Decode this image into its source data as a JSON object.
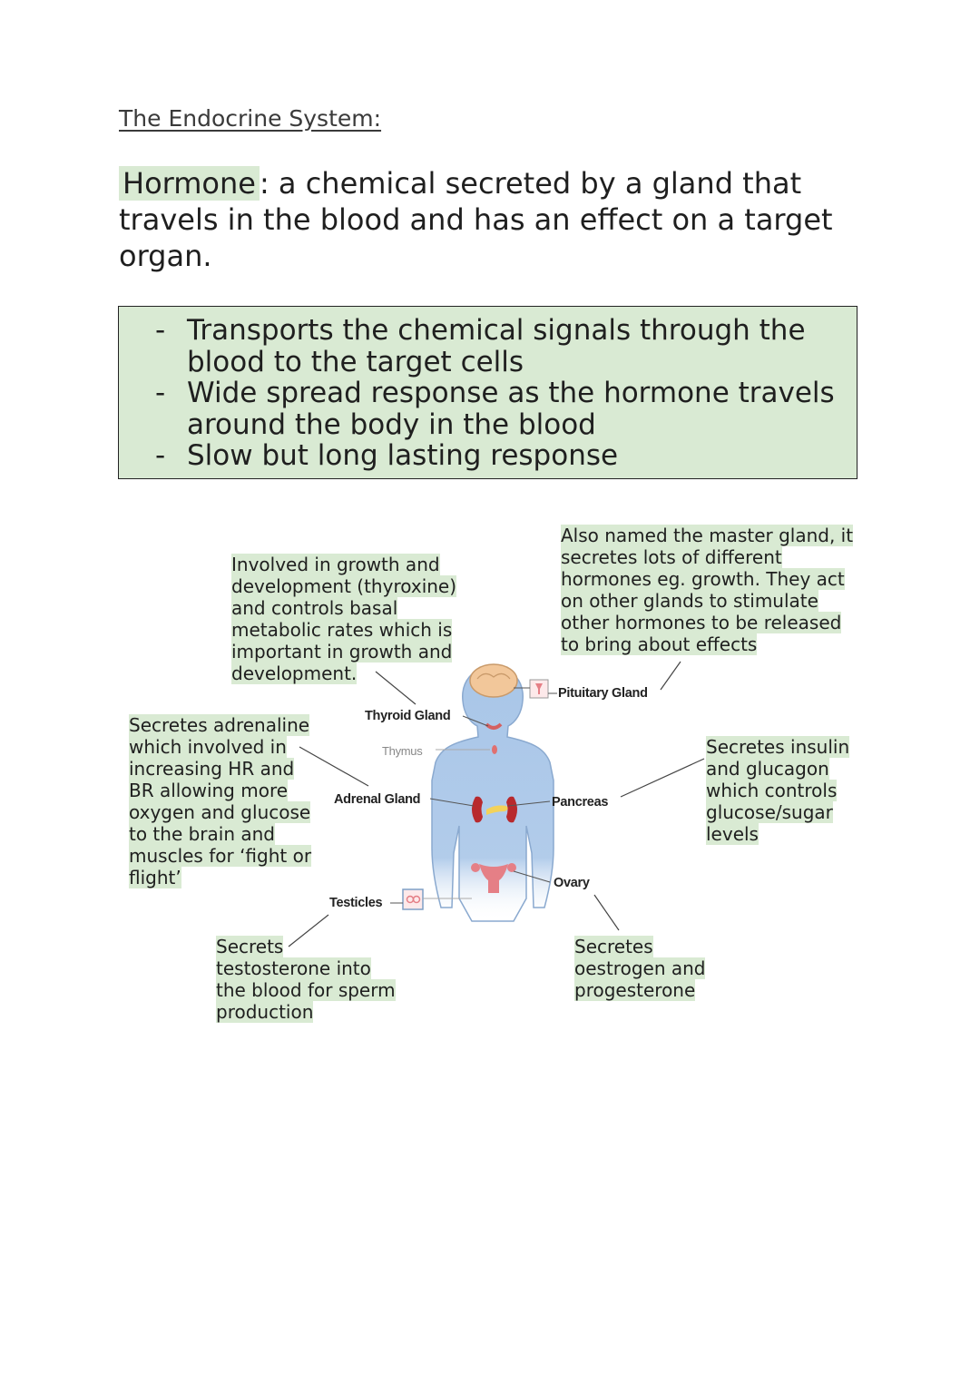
{
  "title": "The Endocrine System:",
  "definition": {
    "term": "Hormone",
    "text": ": a chemical secreted by a gland that travels in the blood and has an effect on a target organ."
  },
  "bullets": [
    "Transports the chemical signals through the blood to the target cells",
    "Wide spread response as the hormone travels around the body in the blood",
    "Slow but long lasting response"
  ],
  "bullet_dash": "-",
  "notes": {
    "thyroid": "Involved in growth and development (thyroxine) and controls basal metabolic rates which is important in growth and development.",
    "pituitary": "Also named the master gland, it secretes lots of different hormones eg. growth. They act on other glands to stimulate other hormones to be released to bring about effects",
    "adrenal": "Secretes adrenaline which involved in increasing HR and BR allowing more oxygen and glucose to the brain and muscles for ‘fight or flight’",
    "pancreas": "Secretes insulin and glucagon which controls glucose/sugar levels",
    "testicles": "Secrets testosterone into the blood for sperm production",
    "ovary": "Secretes oestrogen and progesterone"
  },
  "labels": {
    "pituitary": "Pituitary Gland",
    "thyroid": "Thyroid Gland",
    "thymus": "Thymus",
    "adrenal": "Adrenal Gland",
    "pancreas": "Pancreas",
    "ovary": "Ovary",
    "testicles": "Testicles"
  },
  "colors": {
    "highlight": "#d9ead3",
    "body": "#a9c6e8",
    "body_outline": "#7e9ec4"
  }
}
